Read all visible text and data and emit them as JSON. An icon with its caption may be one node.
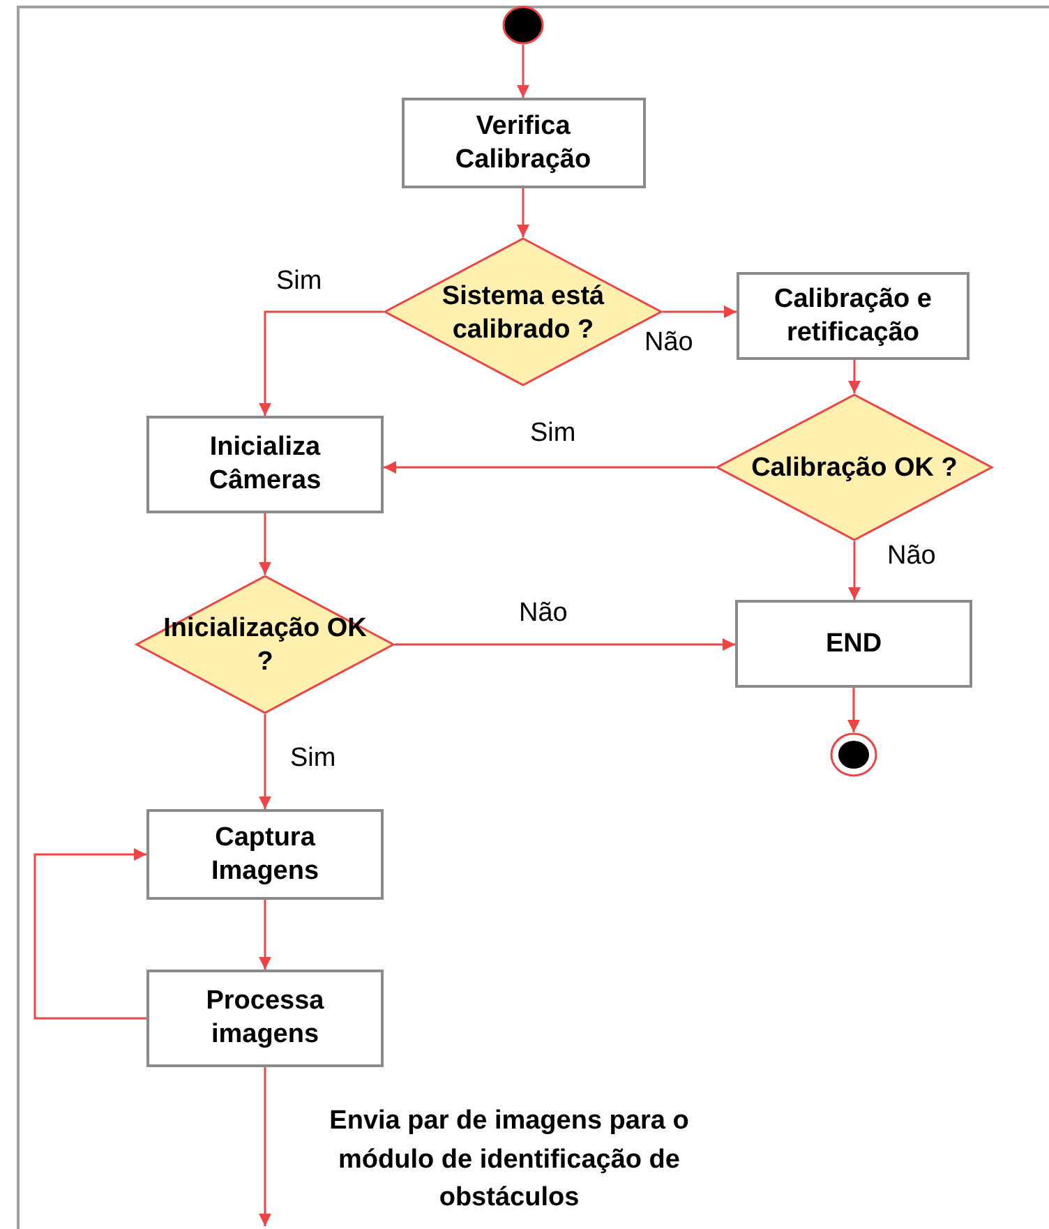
{
  "diagram": {
    "nodes": [
      {
        "text": [],
        "shape": "circle"
      },
      {
        "text": [
          "Verifica Calibração"
        ]
      },
      {
        "text": [
          "Sistema está calibrado ?"
        ]
      },
      {
        "text": [
          "Calibração e retificação"
        ]
      },
      {
        "text": [
          "Calibração OK ?"
        ]
      },
      {
        "text": [
          "Inicializa Câmeras"
        ]
      },
      {
        "text": [
          "Inicialização OK ?"
        ]
      },
      {
        "text": [
          "END"
        ]
      },
      {
        "text": [],
        "shape": "end-circle"
      },
      {
        "text": [
          "Captura Imagens"
        ]
      },
      {
        "text": [
          "Processa imagens"
        ]
      }
    ],
    "edges": [
      {
        "from": 0,
        "to": 1,
        "arrow": "to"
      },
      {
        "from": 1,
        "to": 2,
        "arrow": "to"
      },
      {
        "from": 2,
        "to": 3,
        "arrow": "to",
        "label": "Não"
      },
      {
        "from": 2,
        "to": 5,
        "arrow": "to",
        "label": "Sim"
      },
      {
        "from": 3,
        "to": 4,
        "arrow": "to"
      },
      {
        "from": 4,
        "to": 5,
        "arrow": "to",
        "label": "Sim"
      },
      {
        "from": 4,
        "to": 7,
        "arrow": "to",
        "label": "Não"
      },
      {
        "from": 5,
        "to": 6,
        "arrow": "to"
      },
      {
        "from": 6,
        "to": 7,
        "arrow": "to",
        "label": "Não"
      },
      {
        "from": 6,
        "to": 9,
        "arrow": "to",
        "label": "Sim"
      },
      {
        "from": 7,
        "to": 8,
        "arrow": "to"
      },
      {
        "from": 9,
        "to": 10,
        "arrow": "to"
      },
      {
        "from": 10,
        "to": 9,
        "arrow": "to"
      },
      {
        "from": 10,
        "to": null,
        "arrow": "to",
        "label": "Envia par de imagens para o módulo de identificação de obstáculos"
      }
    ]
  }
}
